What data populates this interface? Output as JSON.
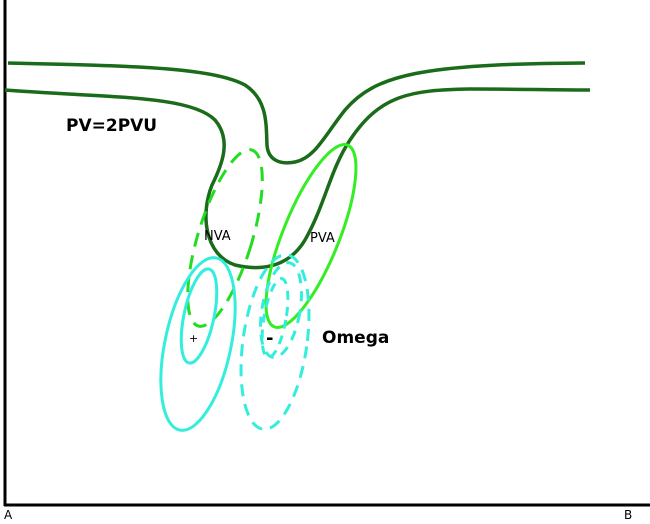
{
  "labels": {
    "pv": "PV=2PVU",
    "nva": "NVA",
    "pva": "PVA",
    "omega": "Omega",
    "plus": "+",
    "minus": "-",
    "axis_start": "A",
    "axis_end": "B"
  },
  "colors": {
    "tropopause": "#1a6b1a",
    "nva": "#22dd22",
    "pva": "#33ee22",
    "omega": "#33eedd",
    "axis": "#000000"
  }
}
